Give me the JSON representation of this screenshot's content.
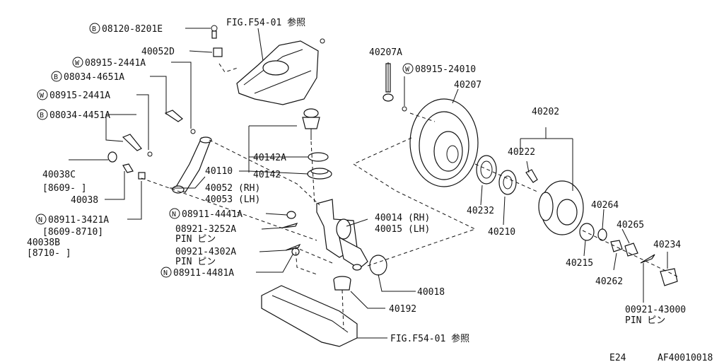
{
  "labels": {
    "b08120": "08120-8201E",
    "fig_top": "FIG.F54-01 参照",
    "p40052d": "40052D",
    "w08915a": "08915-2441A",
    "b08034a": "08034-4651A",
    "w08915b": "08915-2441A",
    "b08034b": "08034-4451A",
    "p40038c": "40038C",
    "r8609": "[8609-    ]",
    "p40038": "40038",
    "n08911a": "08911-3421A",
    "r8609b": "[8609-8710]",
    "p40038b": "40038B",
    "r8710": "[8710-     ]",
    "p40110": "40110",
    "p40142a": "40142A",
    "p40142": "40142",
    "p40052rh": "40052 (RH)",
    "p40053lh": "40053 (LH)",
    "n08911b": "08911-4441A",
    "p08921": "08921-3252A",
    "pin1": "PIN ピン",
    "p00921a": "00921-4302A",
    "pin2": "PIN ピン",
    "n08911c": "08911-4481A",
    "p40014": "40014 (RH)",
    "p40015": "40015 (LH)",
    "p40018": "40018",
    "p40192": "40192",
    "fig_bot": "FIG.F54-01 参照",
    "p40207a": "40207A",
    "w08915c": "08915-24010",
    "p40207": "40207",
    "p40202": "40202",
    "p40222": "40222",
    "p40232": "40232",
    "p40210": "40210",
    "p40264": "40264",
    "p40265": "40265",
    "p40234": "40234",
    "p40215": "40215",
    "p40262": "40262",
    "p00921b": "00921-43000",
    "pin3": "PIN ピン",
    "page": "E24",
    "code": "AF40010018"
  },
  "badges": {
    "b": "B",
    "w": "W",
    "n": "N"
  }
}
